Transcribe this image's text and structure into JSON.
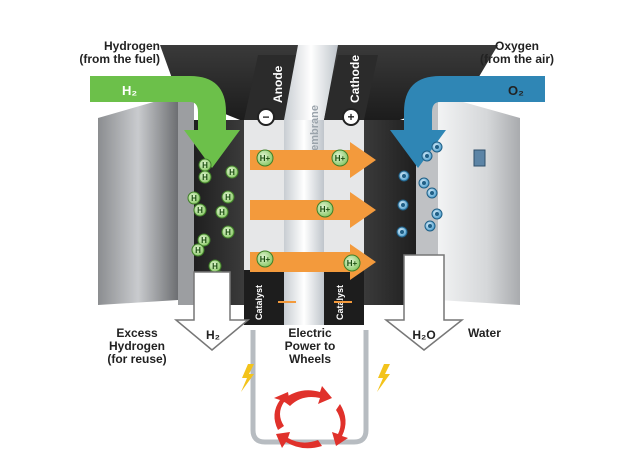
{
  "labels": {
    "hydrogen_title": "Hydrogen",
    "hydrogen_sub": "(from the fuel)",
    "oxygen_title": "Oxygen",
    "oxygen_sub": "(from the air)",
    "h2_in": "H₂",
    "o2_in": "O₂",
    "anode": "Anode",
    "cathode": "Cathode",
    "membrane": "Membrane",
    "anode_sign": "−",
    "cathode_sign": "+",
    "catalyst": "Catalyst",
    "h2_out": "H₂",
    "h2o_out": "H₂O",
    "excess_line1": "Excess",
    "excess_line2": "Hydrogen",
    "excess_line3": "(for reuse)",
    "power_line1": "Electric",
    "power_line2": "Power to",
    "power_line3": "Wheels",
    "water": "Water",
    "h_atom": "H",
    "proton": "H+",
    "electron": "−"
  },
  "colors": {
    "hydrogen_green": "#6cc04a",
    "oxygen_blue": "#2f86b5",
    "proton_arrow": "#f39a3c",
    "cycle_red": "#e0312b",
    "lightning": "#f3c31b",
    "dark_plate": "#2a2a2a",
    "light_plate": "#d8dadc"
  }
}
